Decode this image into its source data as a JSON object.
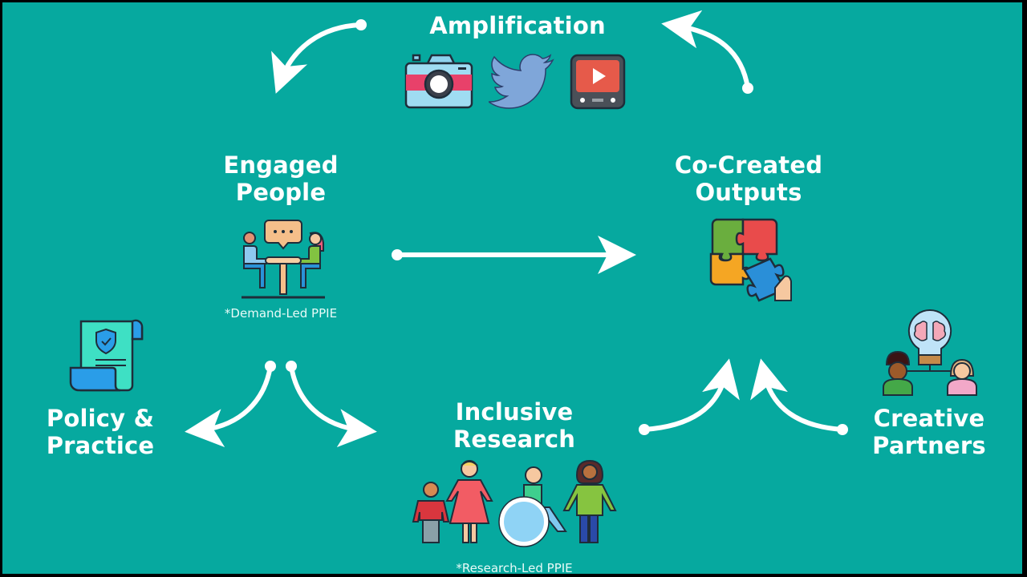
{
  "diagram": {
    "background_color": "#06a99f",
    "arrow_color": "#ffffff",
    "nodes": {
      "amplification": {
        "title": "Amplification",
        "icons": [
          "camera-icon",
          "twitter-bird-icon",
          "video-player-icon"
        ]
      },
      "engaged_people": {
        "title_line1": "Engaged",
        "title_line2": "People",
        "note": "*Demand-Led PPIE",
        "icon": "conversation-at-table-icon"
      },
      "co_created_outputs": {
        "title_line1": "Co-Created",
        "title_line2": "Outputs",
        "icon": "puzzle-pieces-icon"
      },
      "policy_practice": {
        "title_line1": "Policy &",
        "title_line2": "Practice",
        "icon": "policy-scroll-shield-icon"
      },
      "inclusive_research": {
        "title_line1": "Inclusive",
        "title_line2": "Research",
        "note": "*Research-Led PPIE",
        "icon": "diverse-people-icon"
      },
      "creative_partners": {
        "title_line1": "Creative",
        "title_line2": "Partners",
        "icon": "lightbulb-brain-people-icon"
      }
    },
    "edges": [
      {
        "from": "amplification",
        "to": "engaged_people"
      },
      {
        "from": "co_created_outputs",
        "to": "amplification"
      },
      {
        "from": "engaged_people",
        "to": "co_created_outputs"
      },
      {
        "from": "engaged_people",
        "to": "policy_practice"
      },
      {
        "from": "engaged_people",
        "to": "inclusive_research"
      },
      {
        "from": "inclusive_research",
        "to": "co_created_outputs"
      },
      {
        "from": "creative_partners",
        "to": "co_created_outputs"
      }
    ]
  }
}
